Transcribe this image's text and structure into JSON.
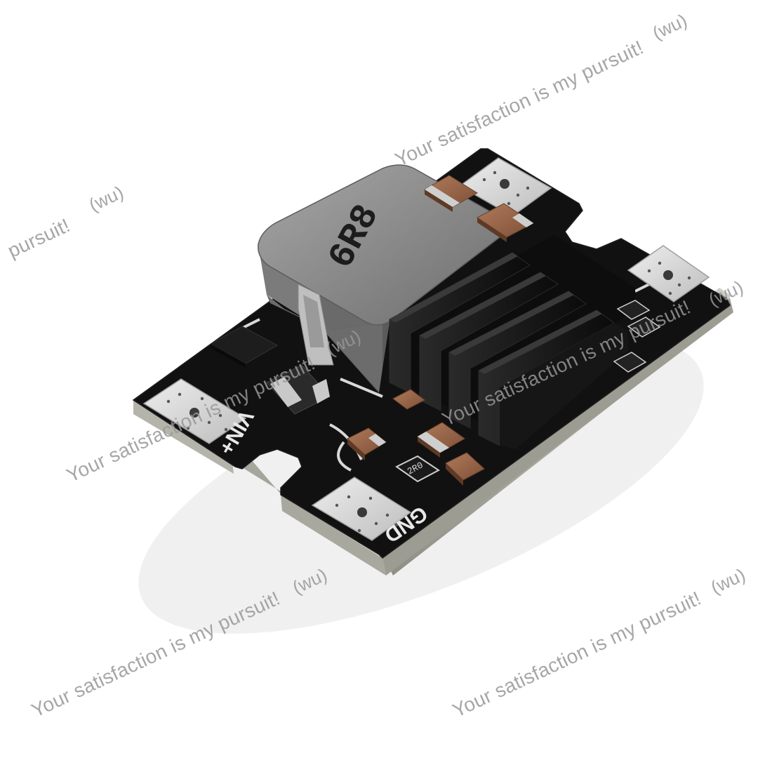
{
  "watermark": {
    "slogan": "Your satisfaction is my pursuit!",
    "slogan_tail": "pursuit!",
    "tag": "(wu)"
  },
  "board": {
    "label_vin": "VIN+",
    "label_gnd": "GND",
    "inductor_marking": "6R8",
    "resistor_marking": "2R0"
  },
  "colors": {
    "pcb": "#111111",
    "pad": "#d9d9d9",
    "inductor": "#8a8a8a",
    "capacitor": "#9a6a4e",
    "heatsink": "#141414"
  }
}
